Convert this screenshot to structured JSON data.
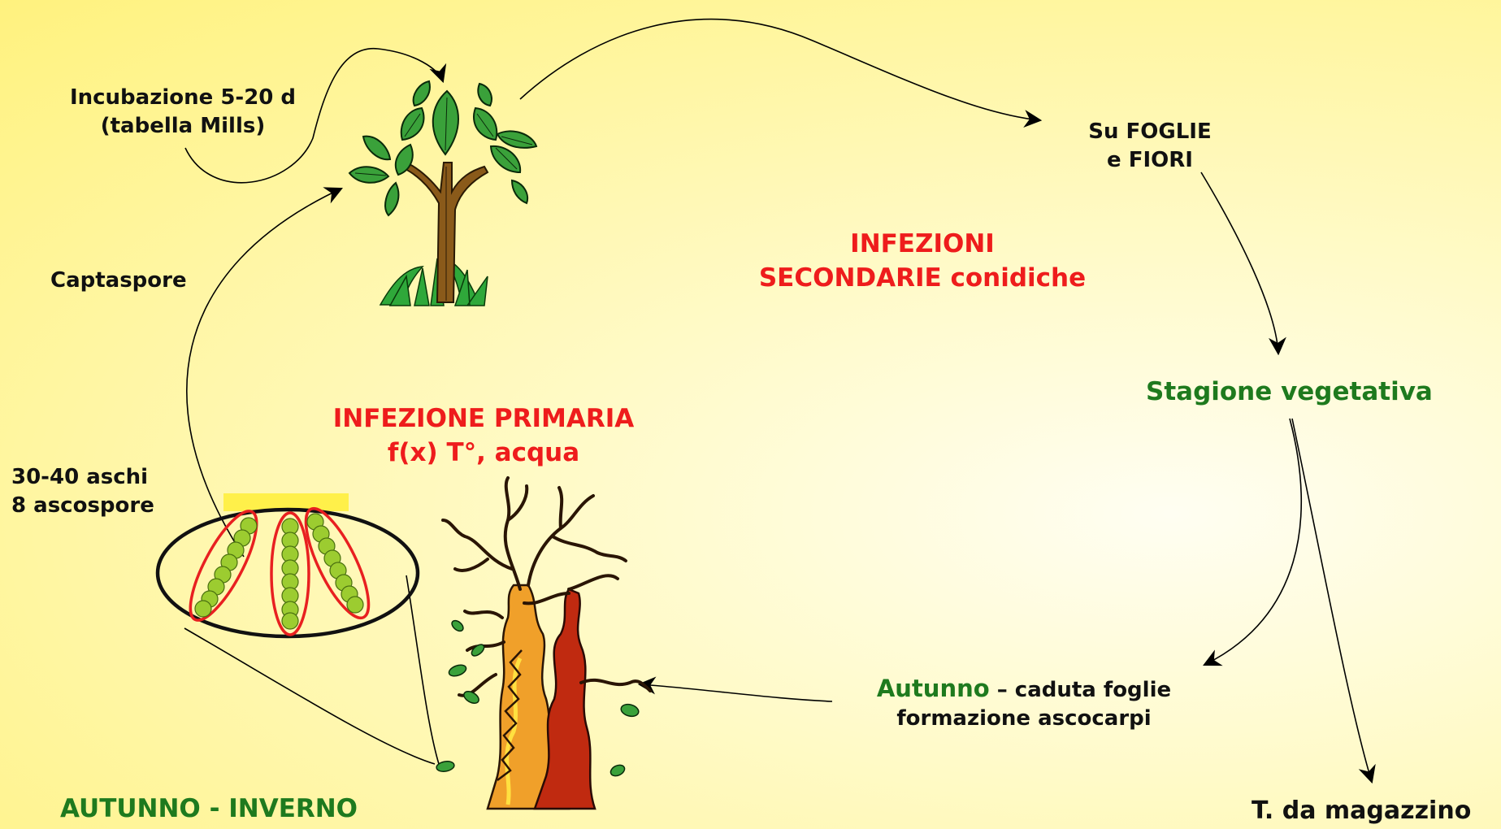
{
  "labels": {
    "incubation": [
      "Incubazione 5-20 d",
      "(tabella Mills)"
    ],
    "captaspore": "Captaspore",
    "asci": [
      "30-40 aschi",
      "8 ascospore"
    ],
    "primary_infection": [
      "INFEZIONE PRIMARIA",
      "f(x) T°, acqua"
    ],
    "secondary_infection": [
      "INFEZIONI",
      "SECONDARIE conidiche"
    ],
    "leaves_flowers": [
      "Su FOGLIE",
      "e FIORI"
    ],
    "vegetative_season": "Stagione vegetativa",
    "autumn_prefix": "Autunno",
    "autumn_rest": " – caduta foglie",
    "ascocarp_formation": "formazione ascocarpi",
    "autumn_winter": "AUTUNNO - INVERNO",
    "storage": "T. da magazzino"
  },
  "colors": {
    "background": "#fff59a",
    "red_text": "#ee1c1c",
    "green_text": "#1e7a1e",
    "leaf": "#3aa13a",
    "ascospore": "#9ccc30",
    "ascus_outline": "#e82020"
  },
  "icons": [
    "tree-icon",
    "bare-tree-icon",
    "perithecium-icon"
  ]
}
